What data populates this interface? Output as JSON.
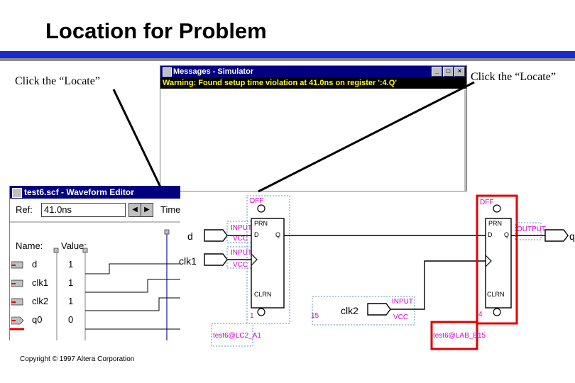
{
  "slide": {
    "title": "Location for Problem",
    "caption_left": "Click the “Locate”",
    "caption_right": "Click the “Locate”",
    "copyright": "Copyright © 1997 Altera Corporation"
  },
  "messages_window": {
    "title": "Messages - Simulator",
    "warning": "Warning: Found setup time violation at 41.0ns on register ':4.Q'",
    "buttons": [
      "_",
      "□",
      "×"
    ]
  },
  "waveform_editor": {
    "title": "test6.scf - Waveform Editor",
    "ref_label": "Ref:",
    "ref_value": "41.0ns",
    "time_label": "Time",
    "name_header": "Name:",
    "value_header": "Value:",
    "signals": [
      {
        "name": "d",
        "value": "1",
        "type": "input-icon"
      },
      {
        "name": "clk1",
        "value": "1",
        "type": "input-icon"
      },
      {
        "name": "clk2",
        "value": "1",
        "type": "input-icon"
      },
      {
        "name": "q0",
        "value": "0",
        "type": "output-icon"
      }
    ]
  },
  "schematic": {
    "left_ff": {
      "top": "DFF",
      "prn": "PRN",
      "d": "D",
      "q": "Q",
      "clrn": "CLRN",
      "pin": "1",
      "label": "test6@LC2_A1"
    },
    "right_ff": {
      "top": "DFF",
      "prn": "PRN",
      "d": "D",
      "q": "Q",
      "clrn": "CLRN",
      "pin": "4",
      "label": "test6@LAB_B15"
    },
    "input_d": {
      "name": "d",
      "tag": "INPUT",
      "vcc": "VCC"
    },
    "input_clk1": {
      "name": "clk1",
      "tag": "INPUT",
      "vcc": "VCC"
    },
    "input_clk2": {
      "name": "clk2",
      "tag": "INPUT",
      "vcc": "VCC",
      "pin": "15"
    },
    "output_q": {
      "tag": "OUTPUT",
      "name": "q"
    }
  },
  "colors": {
    "title_bar_blue": "#1c2cc9",
    "highlight_red": "#e00000",
    "schematic_magenta": "#d000d0",
    "waveform_cursor": "#4040c0"
  }
}
